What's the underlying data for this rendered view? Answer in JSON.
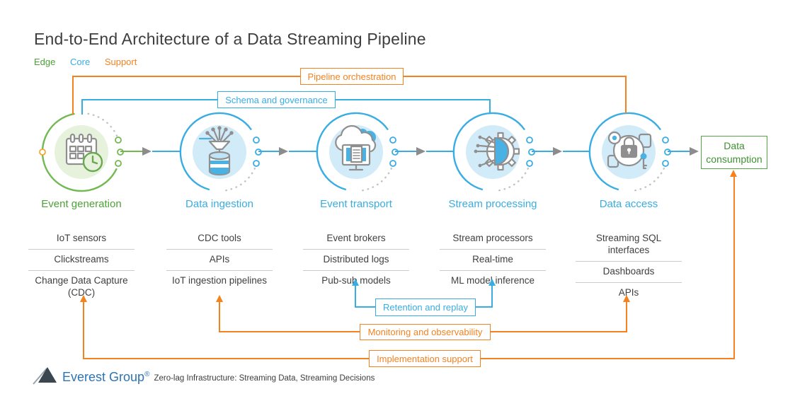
{
  "title": "End-to-End Architecture of a Data Streaming Pipeline",
  "legend": {
    "edge": "Edge",
    "core": "Core",
    "support": "Support"
  },
  "colors": {
    "edge_green": "#4da237",
    "core_blue": "#38ade3",
    "support_orange": "#f58220",
    "arrow_gray": "#8c8c8c",
    "text_dark": "#3e3e3e"
  },
  "overlays": {
    "pipeline_orchestration": "Pipeline orchestration",
    "schema_governance": "Schema and governance",
    "retention_replay": "Retention and replay",
    "monitoring_observability": "Monitoring and observability",
    "implementation_support": "Implementation support"
  },
  "stages": [
    {
      "label": "Event generation",
      "icon": "calendar-clock-icon",
      "items": [
        "IoT sensors",
        "Clickstreams",
        "Change Data Capture (CDC)"
      ]
    },
    {
      "label": "Data ingestion",
      "icon": "funnel-database-icon",
      "items": [
        "CDC tools",
        "APIs",
        "IoT ingestion pipelines"
      ]
    },
    {
      "label": "Event transport",
      "icon": "cloud-documents-icon",
      "items": [
        "Event brokers",
        "Distributed logs",
        "Pub-sub models"
      ]
    },
    {
      "label": "Stream processing",
      "icon": "gear-circuit-icon",
      "items": [
        "Stream processors",
        "Real-time",
        "ML model inference"
      ]
    },
    {
      "label": "Data access",
      "icon": "lock-key-icon",
      "items": [
        "Streaming SQL interfaces",
        "Dashboards",
        "APIs"
      ]
    }
  ],
  "consumption": {
    "label": "Data consumption"
  },
  "footer": {
    "brand": "Everest Group",
    "reg": "®",
    "tagline": "Zero-lag Infrastructure: Streaming Data, Streaming Decisions"
  }
}
